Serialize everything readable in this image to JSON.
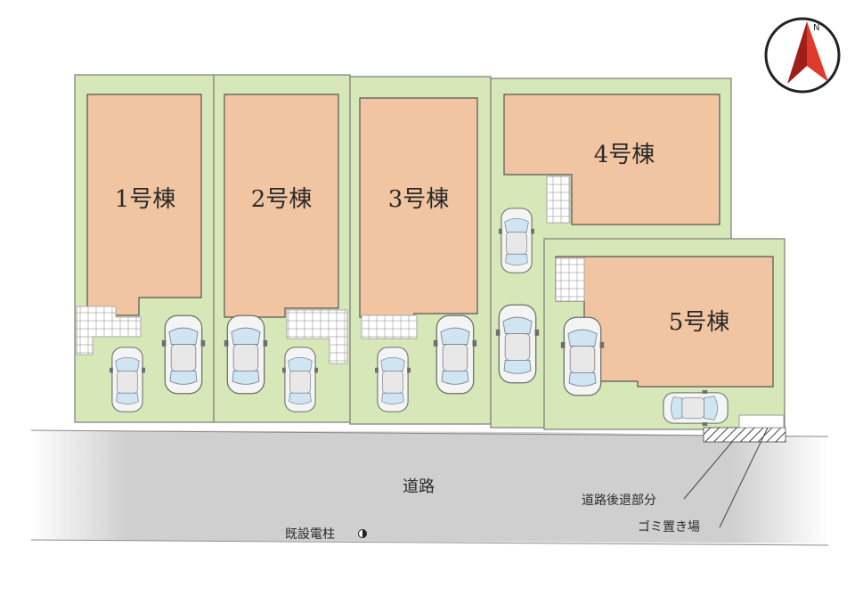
{
  "houses": [
    {
      "label": "1号棟"
    },
    {
      "label": "2号棟"
    },
    {
      "label": "3号棟"
    },
    {
      "label": "4号棟"
    },
    {
      "label": "5号棟"
    }
  ],
  "road": {
    "label": "道路"
  },
  "annotations": {
    "road_setback": "道路後退部分",
    "garbage_area": "ゴミ置き場",
    "utility_pole": "既設電柱"
  },
  "compass": {
    "north": "N"
  },
  "colors": {
    "lot": "#d6e7b8",
    "house": "#f2c5a2",
    "road": "#cfcfcf"
  }
}
